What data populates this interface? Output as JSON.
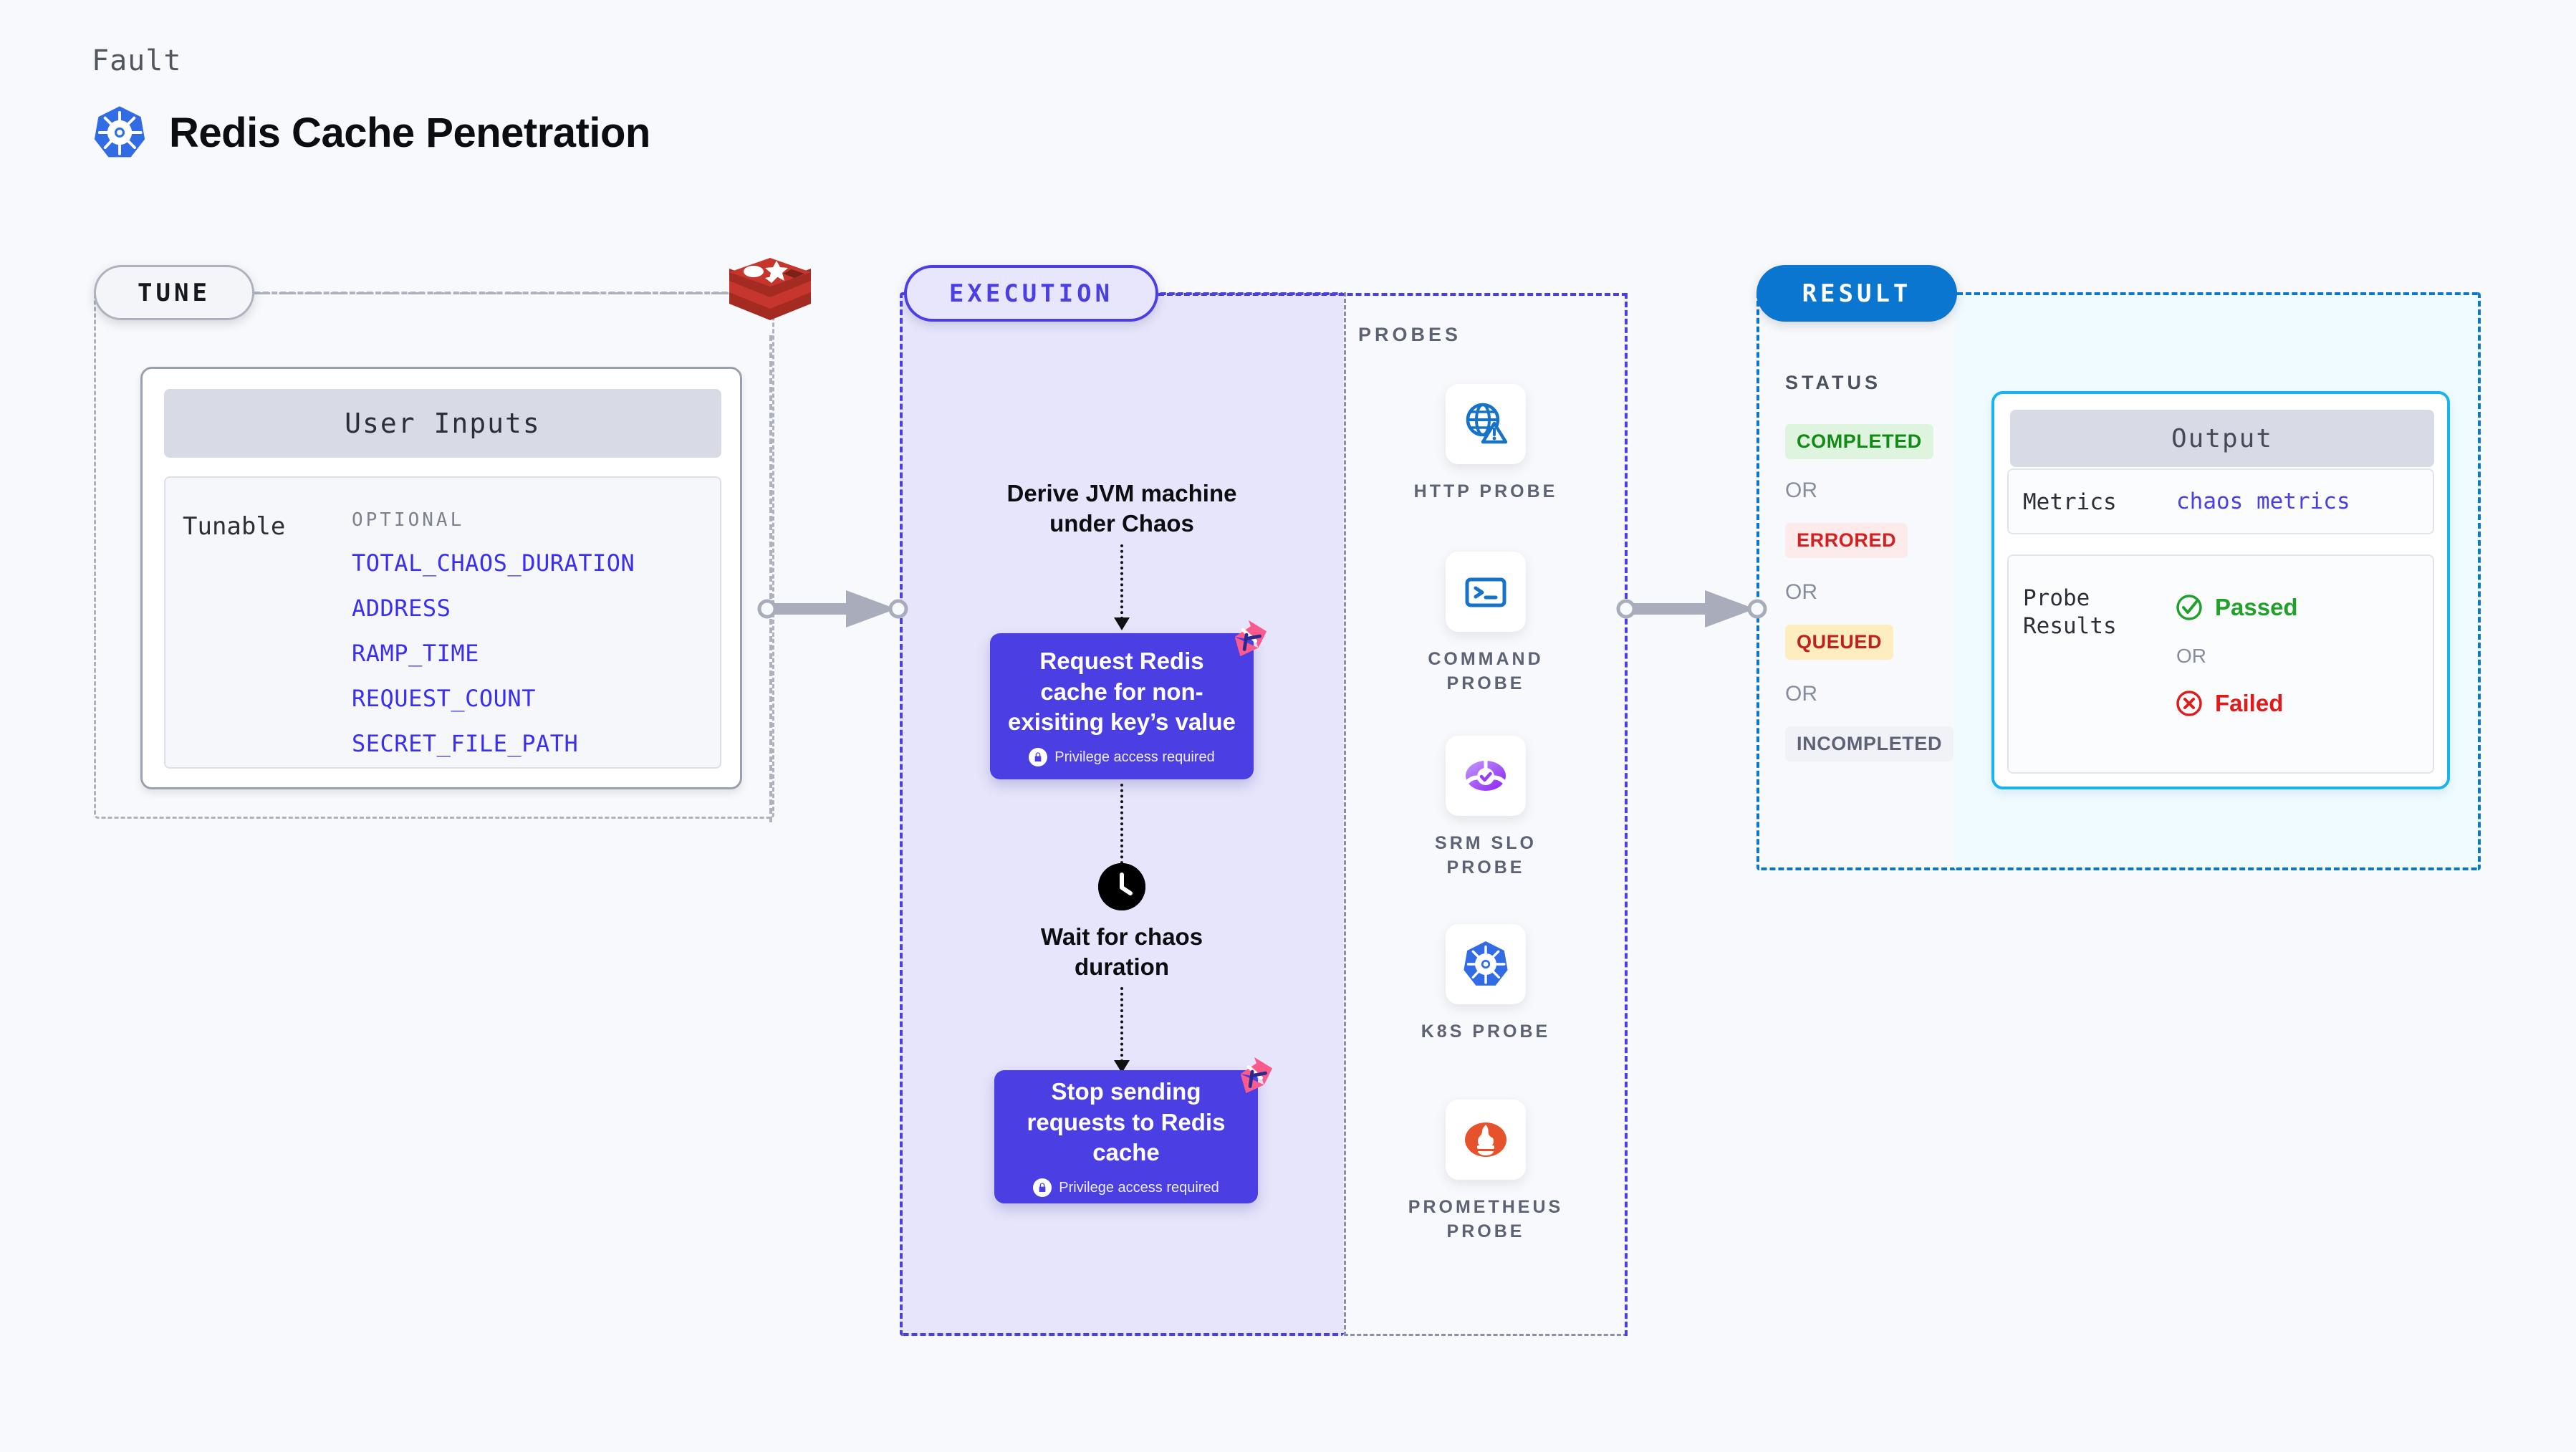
{
  "header": {
    "kicker": "Fault",
    "title": "Redis Cache Penetration",
    "logo_icon": "kubernetes-icon"
  },
  "tune": {
    "tag": "TUNE",
    "service_icon": "redis-icon",
    "user_inputs": {
      "header": "User Inputs",
      "group_label": "Tunable",
      "optional_label": "OPTIONAL",
      "items": [
        "TOTAL_CHAOS_DURATION",
        "ADDRESS",
        "RAMP_TIME",
        "REQUEST_COUNT",
        "SECRET_FILE_PATH"
      ]
    }
  },
  "execution": {
    "tag": "EXECUTION",
    "steps": [
      {
        "type": "text",
        "label": "Derive JVM machine\nunder Chaos"
      },
      {
        "type": "box",
        "label": "Request Redis\ncache for non-\nexisiting key’s value",
        "sub": "Privilege access required",
        "badge": "chaos-badge-icon",
        "lock": "lock-icon"
      },
      {
        "type": "clock",
        "label": "Wait for chaos\nduration",
        "icon": "clock-icon"
      },
      {
        "type": "box",
        "label": "Stop sending\nrequests to Redis\ncache",
        "sub": "Privilege access required",
        "badge": "chaos-badge-icon",
        "lock": "lock-icon"
      }
    ]
  },
  "probes": {
    "label": "PROBES",
    "items": [
      {
        "label": "HTTP PROBE",
        "icon": "http-probe-icon"
      },
      {
        "label": "COMMAND\nPROBE",
        "icon": "command-probe-icon"
      },
      {
        "label": "SRM SLO\nPROBE",
        "icon": "srm-slo-probe-icon"
      },
      {
        "label": "K8S PROBE",
        "icon": "k8s-probe-icon"
      },
      {
        "label": "PROMETHEUS\nPROBE",
        "icon": "prometheus-probe-icon"
      }
    ]
  },
  "result": {
    "tag": "RESULT",
    "status_label": "STATUS",
    "or_label": "OR",
    "statuses": [
      {
        "label": "COMPLETED",
        "bg": "#dff4de",
        "fg": "#128a16"
      },
      {
        "label": "ERRORED",
        "bg": "#fdeaea",
        "fg": "#d32121"
      },
      {
        "label": "QUEUED",
        "bg": "#fdedbf",
        "fg": "#c0201e"
      },
      {
        "label": "INCOMPLETED",
        "bg": "#f1f2f7",
        "fg": "#5d6374"
      }
    ]
  },
  "output": {
    "header": "Output",
    "metrics_key": "Metrics",
    "metrics_value": "chaos metrics",
    "probe_results_key": "Probe\nResults",
    "passed_label": "Passed",
    "failed_label": "Failed",
    "or_label": "OR",
    "passed_icon": "check-circle-icon",
    "failed_icon": "x-circle-icon",
    "passed_color": "#22a02c",
    "failed_color": "#e01b1b"
  },
  "connectors": {
    "arrow_icon": "right-arrow-connector"
  }
}
